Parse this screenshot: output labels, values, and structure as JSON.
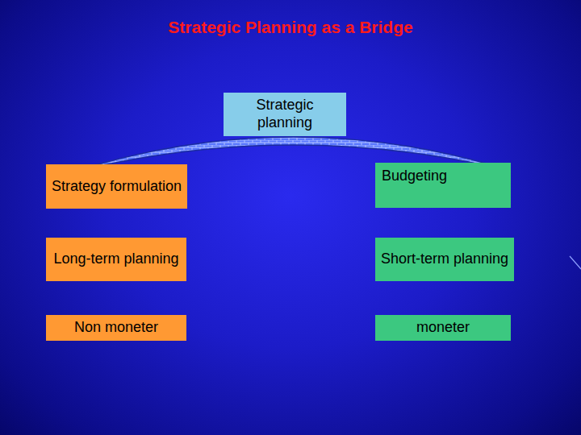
{
  "diagram": {
    "title": "Strategic Planning as a Bridge",
    "nodes": [
      {
        "text": [
          "Strategic planning"
        ]
      },
      {
        "text": [
          "Strategy formulation"
        ]
      },
      {
        "text": [
          "Budgeting"
        ]
      },
      {
        "text": [
          "Long-term planning"
        ]
      },
      {
        "text": [
          "Short-term planning"
        ]
      },
      {
        "text": [
          "Non moneter"
        ]
      },
      {
        "text": [
          "moneter"
        ]
      }
    ]
  }
}
